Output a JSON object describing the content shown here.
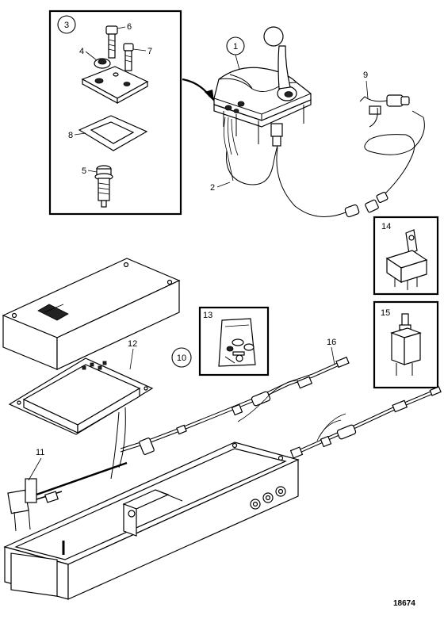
{
  "figure_number": "18674",
  "callouts": {
    "c1": "1",
    "c2": "2",
    "c3": "3",
    "c4": "4",
    "c5": "5",
    "c6": "6",
    "c7": "7",
    "c8": "8",
    "c9": "9",
    "c10": "10",
    "c11": "11",
    "c12": "12",
    "c13": "13",
    "c14": "14",
    "c15": "15",
    "c16": "16"
  }
}
